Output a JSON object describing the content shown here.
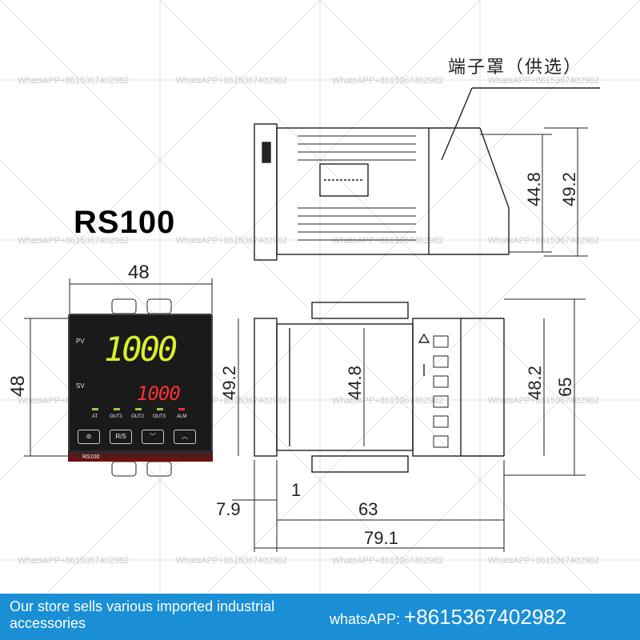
{
  "model_name": "RS100",
  "cover_label": "端子罩（供选）",
  "watermark": "WhatsAPP+8615367402982",
  "dimensions": {
    "front_width": "48",
    "front_height": "48",
    "body_height": "49.2",
    "inner_height": "44.8",
    "top_inner": "44.8",
    "top_outer": "49.2",
    "terminal_height": "48.2",
    "total_height": "65",
    "panel_gap": "1",
    "bezel_depth": "7.9",
    "body_depth": "63",
    "total_depth": "79.1"
  },
  "device": {
    "pv_label": "PV",
    "sv_label": "SV",
    "pv_value": "1000",
    "sv_value": "1000",
    "indicators": [
      "AT",
      "OUT1",
      "OUT2",
      "OUT3",
      "ALM"
    ],
    "buttons": [
      "",
      "R/S",
      "",
      ""
    ],
    "brand_strip": "RS100",
    "colors": {
      "pv": "#d9f22a",
      "sv": "#ff3030",
      "led": "#8bd43a"
    }
  },
  "banner": {
    "store_text": "Our store sells various imported industrial accessories",
    "phone_prefix": "whatsAPP: ",
    "phone_number": "+8615367402982",
    "color": "#1b8fd6"
  }
}
